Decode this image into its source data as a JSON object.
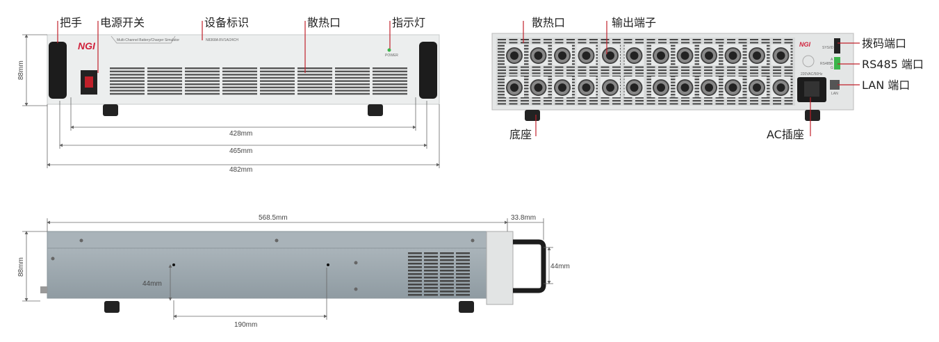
{
  "front_view": {
    "callouts": [
      "把手",
      "电源开关",
      "设备标识",
      "散热口",
      "指示灯"
    ],
    "logo": "NGI",
    "panel_title": "Multi-Channel Battery/Charger Simulator",
    "model": "N8368A 8V/1A/24CH",
    "indicator_label": "POWER",
    "dimensions": {
      "height": "88mm",
      "inner_width": "428mm",
      "mid_width": "465mm",
      "full_width": "482mm"
    }
  },
  "rear_view": {
    "callouts": [
      "散热口",
      "输出端子",
      "拨码端口",
      "RS485 端口",
      "LAN  端口",
      "底座",
      "AC插座"
    ],
    "logo": "NGI",
    "dip_label": "SYS/ID",
    "rs485_label": "RS485",
    "rs485_pins": [
      "A",
      "B",
      "G"
    ],
    "power_label": "220VAC/50Hz",
    "lan_label": "LAN"
  },
  "side_view": {
    "dimensions": {
      "length": "568.5mm",
      "handle_depth": "33.8mm",
      "height": "88mm",
      "handle_height": "44mm",
      "foot_height": "44mm",
      "foot_spacing": "190mm"
    }
  },
  "colors": {
    "callout_line": "#c0202a",
    "body": "#9aa6ad",
    "panel": "#eceeee"
  }
}
